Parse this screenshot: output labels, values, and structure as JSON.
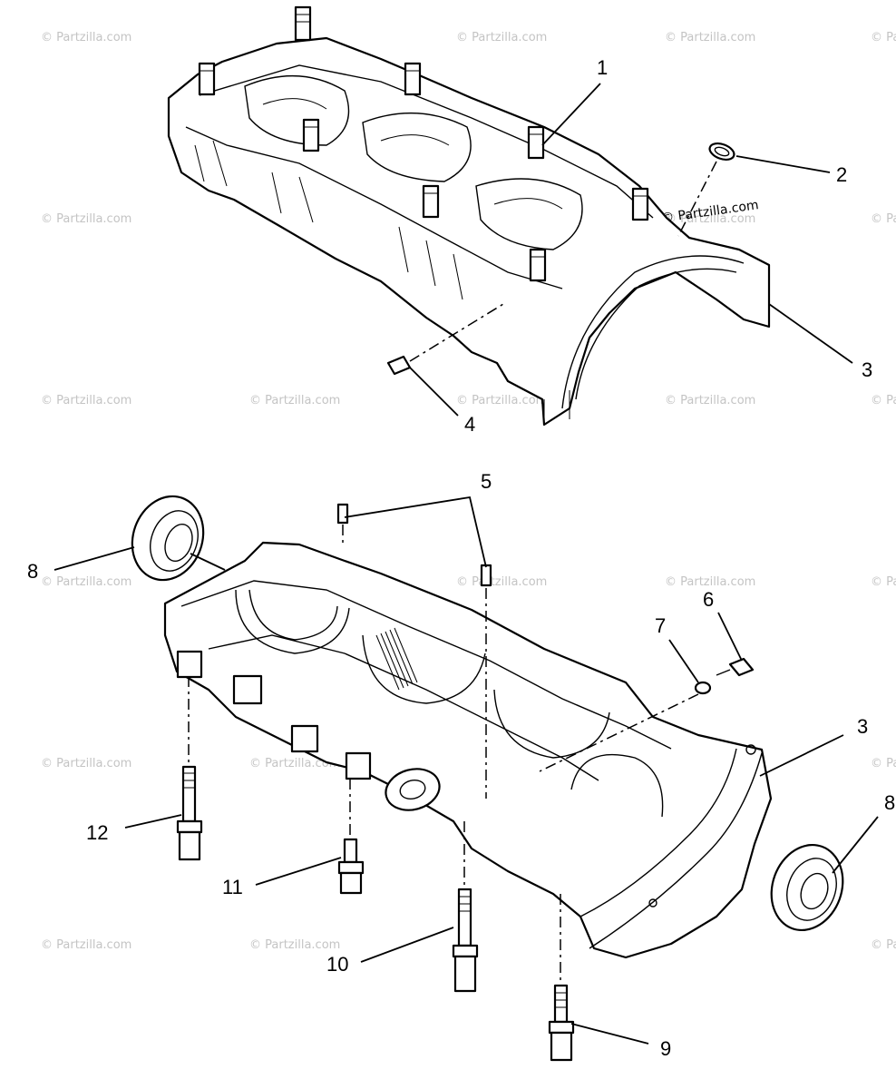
{
  "watermark": "© Partzilla.com",
  "callouts": {
    "c1": "1",
    "c2": "2",
    "c3_top": "3",
    "c4": "4",
    "c5": "5",
    "c6": "6",
    "c7": "7",
    "c3_bottom": "3",
    "c8_left": "8",
    "c8_right": "8",
    "c9": "9",
    "c10": "10",
    "c11": "11",
    "c12": "12"
  },
  "parts": [
    "upper-crankcase",
    "seal-plug",
    "crankcase-assembly",
    "pin",
    "dowel-pins",
    "bolt",
    "washer",
    "oil-seal",
    "lower-crankcase",
    "bolts"
  ]
}
